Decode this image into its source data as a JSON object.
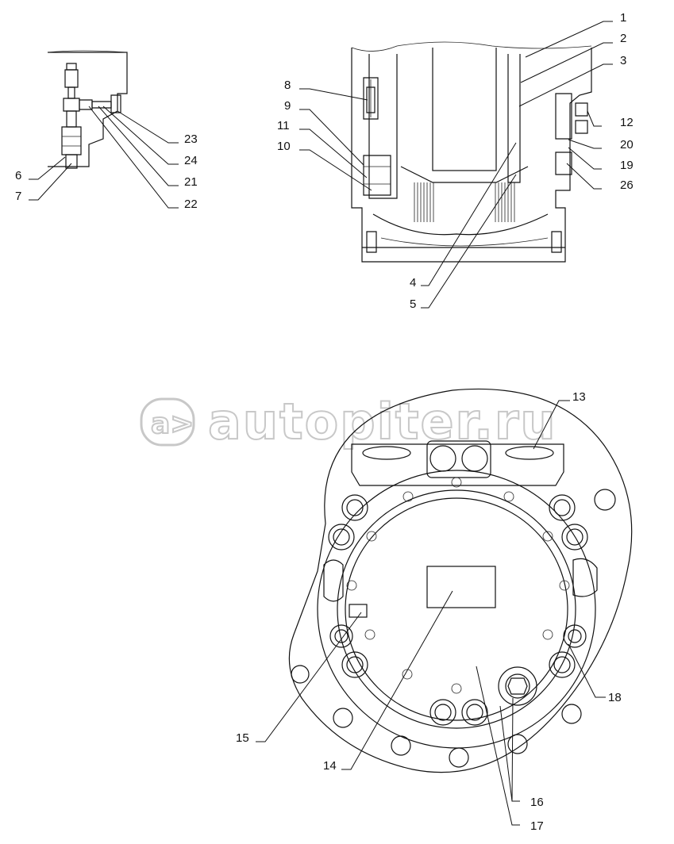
{
  "watermark": "autopiter.ru",
  "callouts": [
    "1",
    "2",
    "3",
    "4",
    "5",
    "6",
    "7",
    "8",
    "9",
    "10",
    "11",
    "12",
    "13",
    "14",
    "15",
    "16",
    "17",
    "18",
    "19",
    "20",
    "21",
    "22",
    "23",
    "24",
    "26"
  ]
}
